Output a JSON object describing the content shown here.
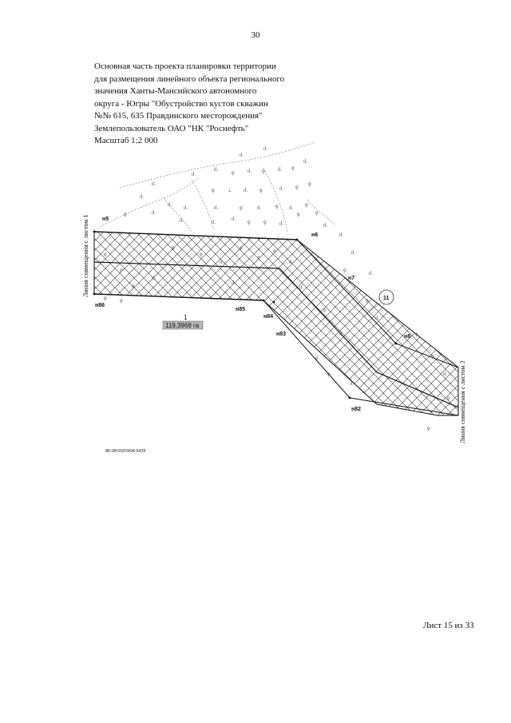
{
  "page": {
    "number": "30",
    "title_lines": [
      "Основная часть проекта планировки территории",
      "для размещения линейного объекта регионального",
      "значения Ханты-Мансийского автономного",
      "округа - Югры \"Обустройство кустов скважин",
      "№№ 615, 635 Правдинского месторождения\"",
      "Землепользователь ОАО \"НК \"Роснефть\"",
      "Масштаб 1:2 000"
    ],
    "sheet_label": "Лист 15 из 33"
  },
  "map": {
    "match_line_left": "Линия совмещения с листом 1",
    "match_line_right": "Линия совмещения с листом 3",
    "points": {
      "n5": "н5",
      "n6": "н6",
      "n7": "н7",
      "n8": "н8",
      "n82": "н82",
      "n83": "н83",
      "n84": "н84",
      "n85": "н85",
      "n86": "н86"
    },
    "parcel_number": "1",
    "parcel_area": "119,3968 га",
    "circle_marker": "11",
    "cadastral_number": "86:08:0020904:5435",
    "colors": {
      "boundary": "#111111",
      "hatch": "#333333",
      "area_box": "#b8b8b8"
    }
  }
}
